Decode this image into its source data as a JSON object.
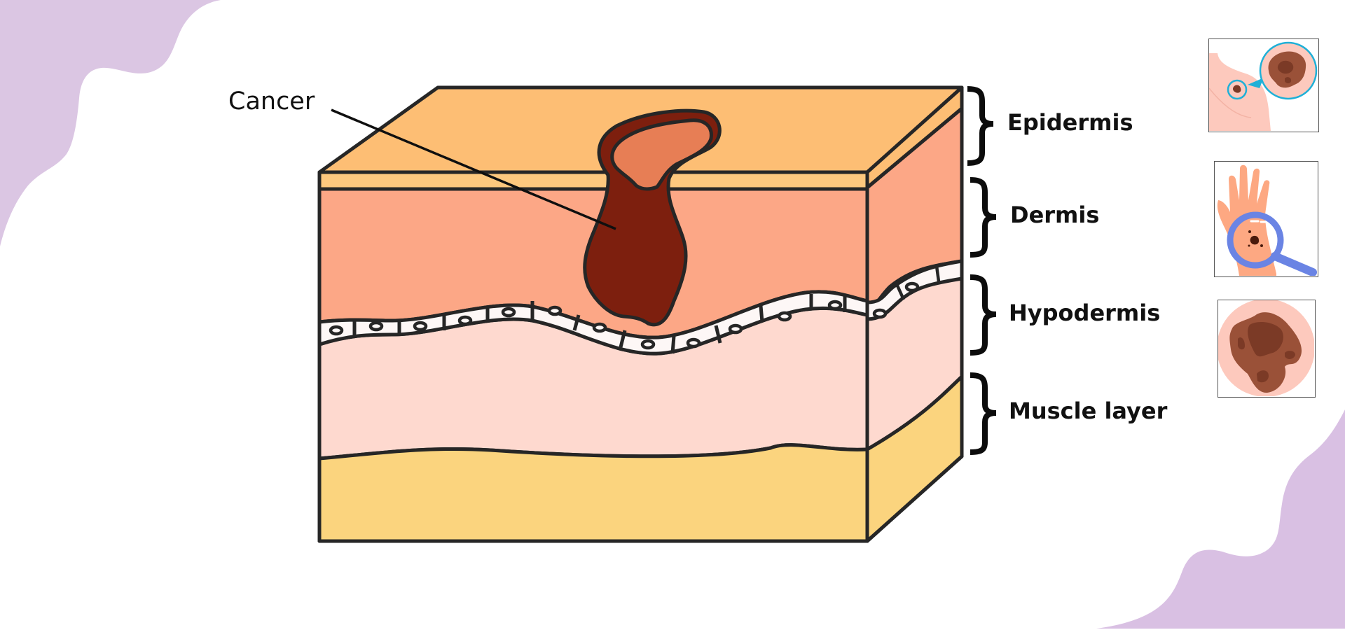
{
  "diagram": {
    "title_label": "Cancer",
    "layers": [
      {
        "label": "Epidermis",
        "color": "#fdbe74"
      },
      {
        "label": "Dermis",
        "color": "#fca786"
      },
      {
        "label": "Hypodermis",
        "color": "#fed9cf"
      },
      {
        "label": "Muscle layer",
        "color": "#fbd47e"
      }
    ],
    "tumor_colors": {
      "core": "#7d1f0e",
      "cap": "#e77e55",
      "outline": "#262626"
    },
    "background_accent": "#dbc6e3",
    "thumbnails": [
      {
        "name": "shoulder-mole-zoom",
        "description": "Shoulder with magnified irregular mole"
      },
      {
        "name": "hand-magnifier",
        "description": "Hand with magnifying glass over mole"
      },
      {
        "name": "mole-closeup",
        "description": "Close-up of irregular mole"
      }
    ]
  }
}
